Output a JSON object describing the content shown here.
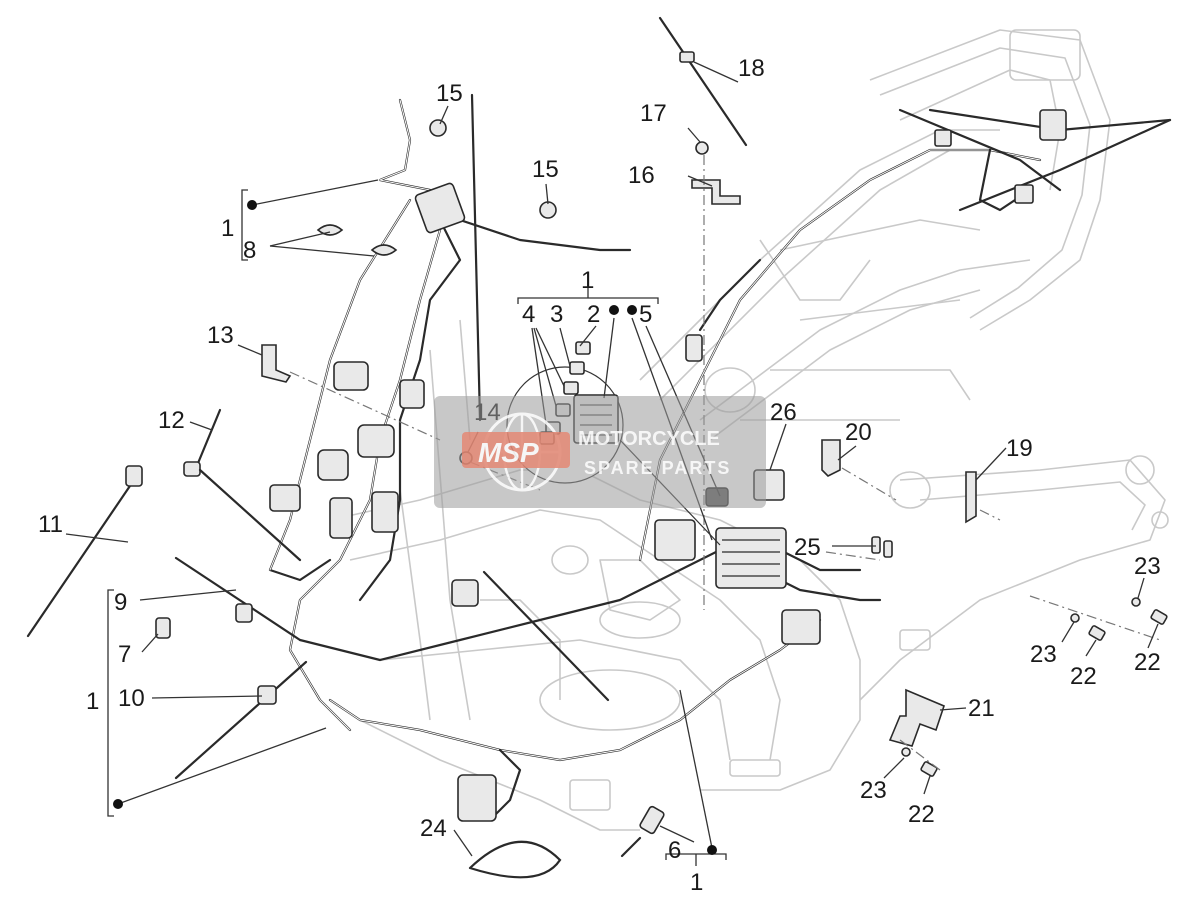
{
  "callouts": {
    "c1a": "1",
    "c8": "8",
    "c15a": "15",
    "c15b": "15",
    "c18": "18",
    "c17": "17",
    "c16": "16",
    "c1b": "1",
    "c4": "4",
    "c3": "3",
    "c2": "2",
    "c5": "5",
    "c13": "13",
    "c12": "12",
    "c14": "14",
    "c26": "26",
    "c20": "20",
    "c19": "19",
    "c11": "11",
    "c9": "9",
    "c7": "7",
    "c10": "10",
    "c1c": "1",
    "c25": "25",
    "c23a": "23",
    "c23b": "23",
    "c22a": "22",
    "c22b": "22",
    "c21": "21",
    "c23c": "23",
    "c22c": "22",
    "c24": "24",
    "c6": "6",
    "c1d": "1"
  },
  "watermark": {
    "logo": "MSP",
    "line1": "MOTORCYCLE",
    "line2": "SPARE PARTS"
  }
}
